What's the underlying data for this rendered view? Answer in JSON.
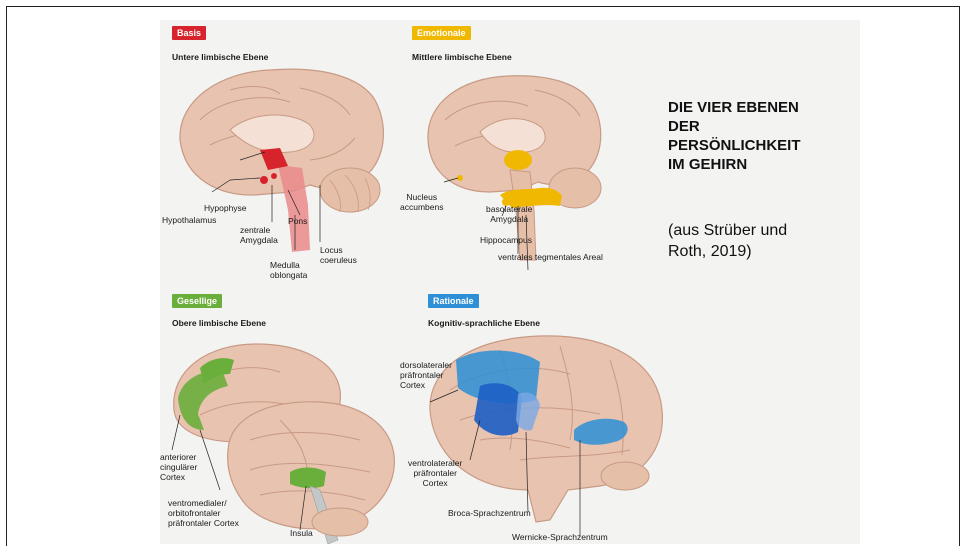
{
  "title_lines": [
    "DIE VIER EBENEN",
    "DER",
    "PERSÖNLICHKEIT",
    "IM GEHIRN"
  ],
  "citation_lines": [
    "(aus Strüber und",
    "Roth, 2019)"
  ],
  "colors": {
    "basis": "#d7232b",
    "emotionale": "#f0b800",
    "gesellige": "#6aae3b",
    "rationale": "#2d8fd6",
    "brain": "#e8c3b0"
  },
  "panels": {
    "basis": {
      "badge": "Basis",
      "subtitle": "Untere limbische Ebene",
      "labels": {
        "hypophyse": "Hypophyse",
        "hypothalamus": "Hypothalamus",
        "pons": "Pons",
        "zentrale_amygdala": "zentrale\nAmygdala",
        "locus": "Locus\ncoeruleus",
        "medulla": "Medulla\noblongata"
      }
    },
    "emotionale": {
      "badge": "Emotionale",
      "subtitle": "Mittlere limbische Ebene",
      "labels": {
        "nucleus": "Nucleus\naccumbens",
        "basolaterale": "basolaterale\nAmygdala",
        "hippocampus": "Hippocampus",
        "vta": "ventrales tegmentales Areal"
      }
    },
    "gesellige": {
      "badge": "Gesellige",
      "subtitle": "Obere limbische Ebene",
      "labels": {
        "acc": "anteriorer\ncingulärer\nCortex",
        "vmpfc": "ventromedialer/\norbitofrontaler\npräfrontaler Cortex",
        "insula": "Insula"
      }
    },
    "rationale": {
      "badge": "Rationale",
      "subtitle": "Kognitiv-sprachliche Ebene",
      "labels": {
        "dlpfc": "dorsolateraler\npräfrontaler\nCortex",
        "vlpfc": "ventrolateraler\npräfrontaler\nCortex",
        "broca": "Broca-Sprachzentrum",
        "wernicke": "Wernicke-Sprachzentrum"
      }
    }
  }
}
